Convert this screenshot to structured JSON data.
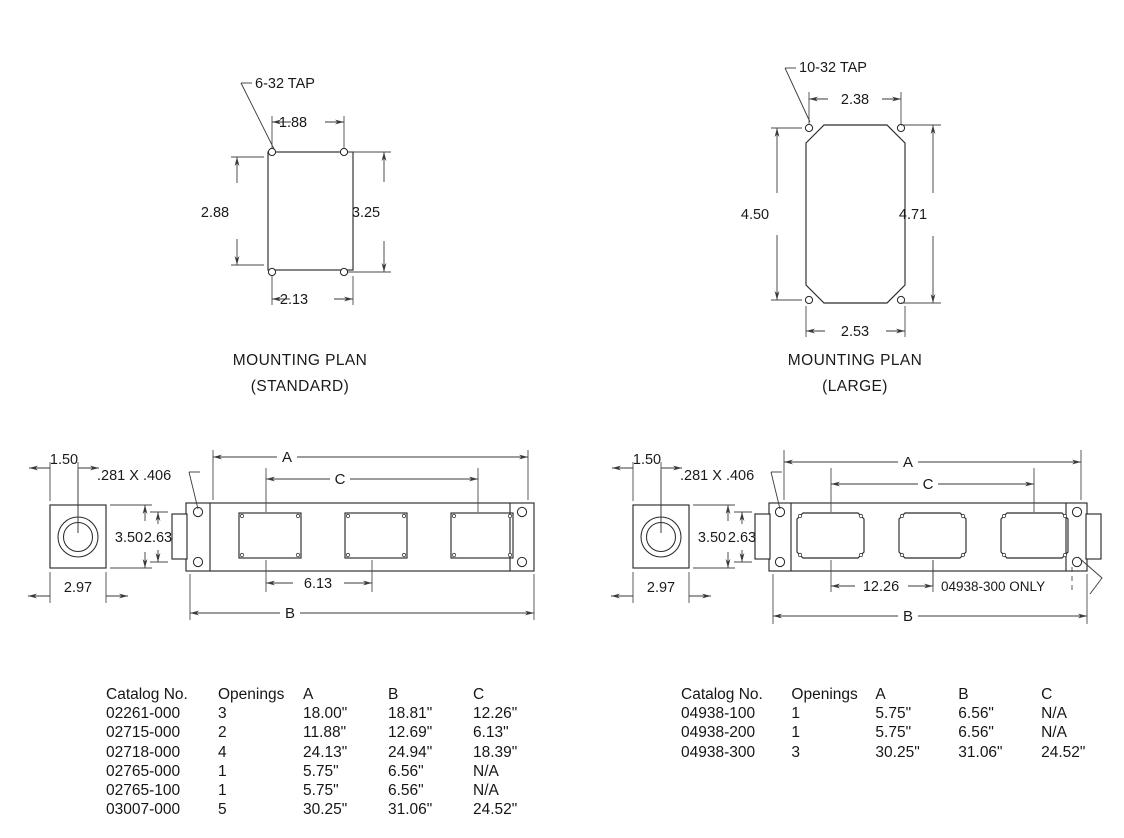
{
  "drawing": {
    "title": "Wireway / raceway fitting dimensional drawing",
    "units": "inches"
  },
  "mounting_plan_standard": {
    "caption_line1": "MOUNTING PLAN",
    "caption_line2": "(STANDARD)",
    "tap_note": "6-32 TAP",
    "dim_top": "1.88",
    "dim_bottom": "2.13",
    "dim_left": "2.88",
    "dim_right": "3.25",
    "shape": "rectangle",
    "hole_count": 4
  },
  "mounting_plan_large": {
    "caption_line1": "MOUNTING PLAN",
    "caption_line2": "(LARGE)",
    "tap_note": "10-32 TAP",
    "dim_top": "2.38",
    "dim_bottom": "2.53",
    "dim_left": "4.50",
    "dim_right": "4.71",
    "shape": "octagon",
    "hole_count": 4
  },
  "elevation_standard": {
    "end_view": {
      "dim_width": "2.97",
      "dim_height": "3.50",
      "dim_offset": "1.50",
      "slot_note": ".281 X .406"
    },
    "panel": {
      "dim_a_label": "A",
      "dim_b_label": "B",
      "dim_c_label": "C",
      "dim_height": "2.63",
      "dim_spacing": "6.13",
      "opening_count": 3,
      "opening_shape": "rectangular"
    }
  },
  "elevation_large": {
    "end_view": {
      "dim_width": "2.97",
      "dim_height": "3.50",
      "dim_offset": "1.50",
      "slot_note": ".281 X .406"
    },
    "panel": {
      "dim_a_label": "A",
      "dim_b_label": "B",
      "dim_c_label": "C",
      "dim_height": "2.63",
      "dim_spacing": "12.26",
      "spacing_note": "04938-300 ONLY",
      "opening_count": 3,
      "opening_shape": "chamfered"
    }
  },
  "table_standard": {
    "headers": [
      "Catalog No.",
      "Openings",
      "A",
      "B",
      "C"
    ],
    "rows": [
      {
        "catalog": "02261-000",
        "openings": "3",
        "a": "18.00\"",
        "b": "18.81\"",
        "c": "12.26\""
      },
      {
        "catalog": "02715-000",
        "openings": "2",
        "a": "11.88\"",
        "b": "12.69\"",
        "c": "6.13\""
      },
      {
        "catalog": "02718-000",
        "openings": "4",
        "a": "24.13\"",
        "b": "24.94\"",
        "c": "18.39\""
      },
      {
        "catalog": "02765-000",
        "openings": "1",
        "a": "5.75\"",
        "b": "6.56\"",
        "c": "N/A"
      },
      {
        "catalog": "02765-100",
        "openings": "1",
        "a": "5.75\"",
        "b": "6.56\"",
        "c": "N/A"
      },
      {
        "catalog": "03007-000",
        "openings": "5",
        "a": "30.25\"",
        "b": "31.06\"",
        "c": "24.52\""
      }
    ]
  },
  "table_large": {
    "headers": [
      "Catalog No.",
      "Openings",
      "A",
      "B",
      "C"
    ],
    "rows": [
      {
        "catalog": "04938-100",
        "openings": "1",
        "a": "5.75\"",
        "b": "6.56\"",
        "c": "N/A"
      },
      {
        "catalog": "04938-200",
        "openings": "1",
        "a": "5.75\"",
        "b": "6.56\"",
        "c": "N/A"
      },
      {
        "catalog": "04938-300",
        "openings": "3",
        "a": "30.25\"",
        "b": "31.06\"",
        "c": "24.52\""
      }
    ]
  },
  "colors": {
    "line": "#2b2b2b",
    "dim": "#3a3a3a",
    "text": "#1a1a1a",
    "background": "#ffffff"
  }
}
